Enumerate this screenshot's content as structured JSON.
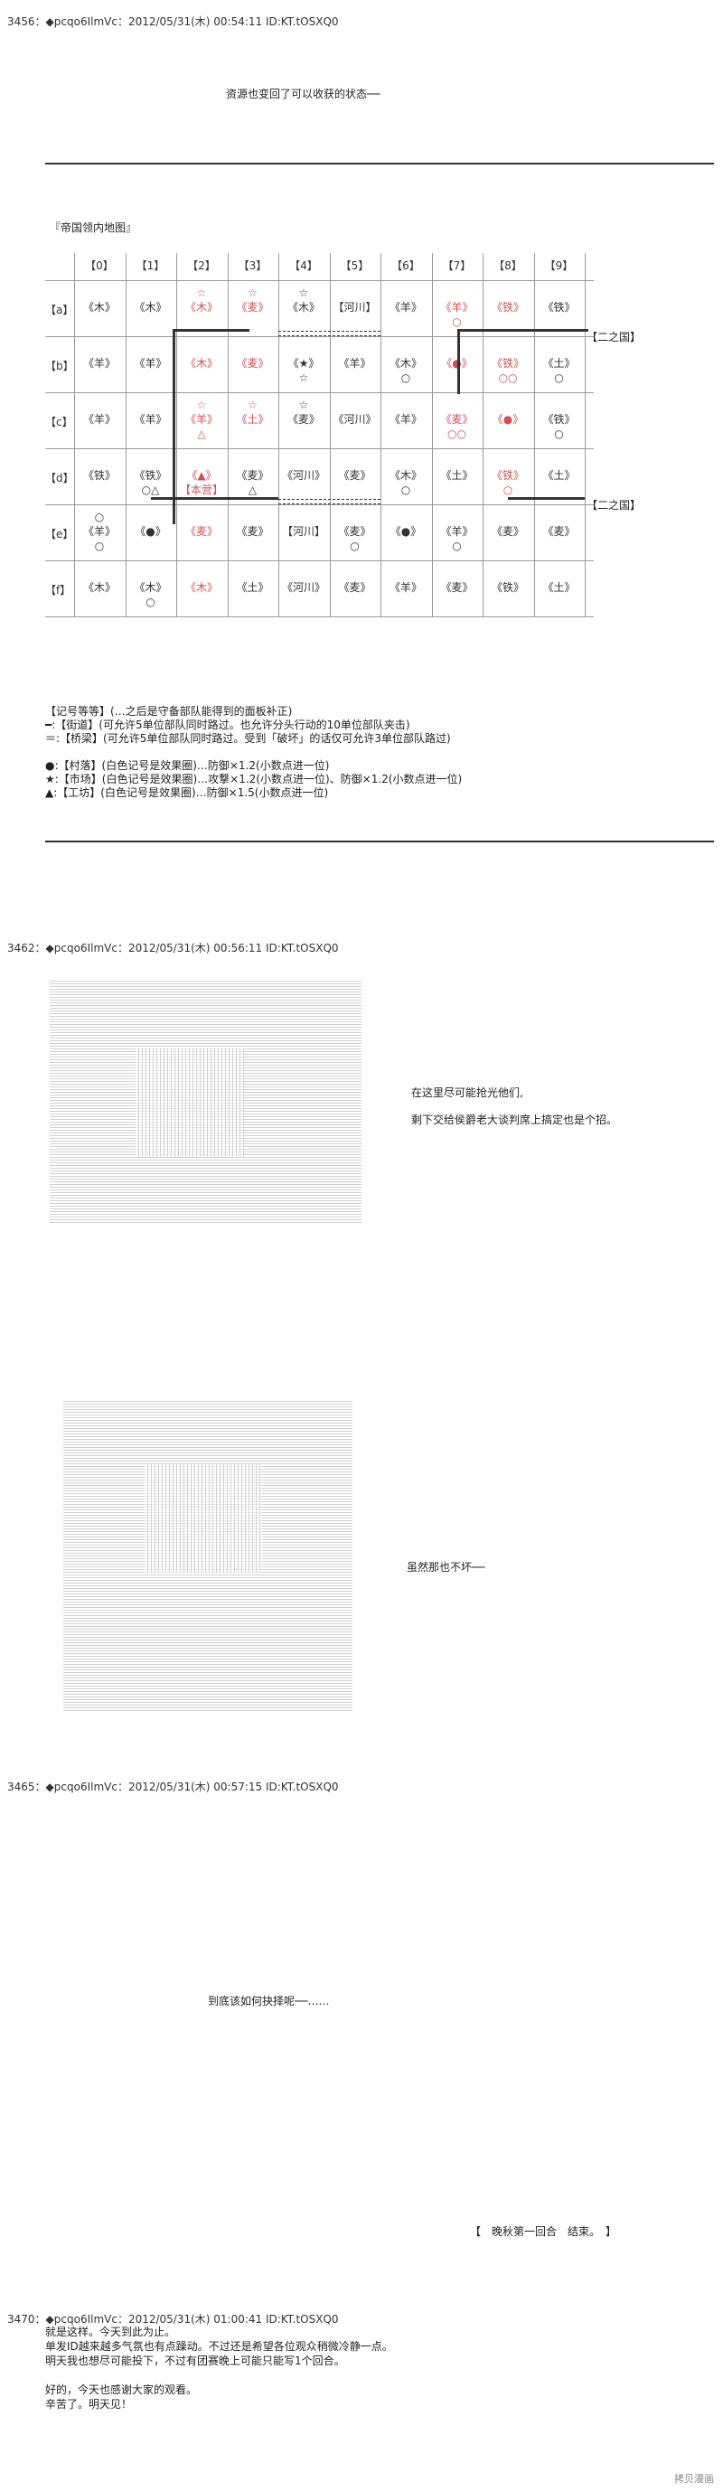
{
  "post1": {
    "header": "3456：◆pcqo6IlmVc：2012/05/31(木) 00:54:11 ID:KT.tOSXQ0",
    "line1": "资源也变回了可以收获的状态──",
    "map_title": "『帝国领内地图』",
    "columns": [
      "【0】",
      "【1】",
      "【2】",
      "【3】",
      "【4】",
      "【5】",
      "【6】",
      "【7】",
      "【8】",
      "【9】"
    ],
    "rows": [
      {
        "label": "【a】",
        "cells": [
          "《木》",
          "《木》",
          "《木》",
          "《麦》",
          "《木》",
          "【河川】",
          "《羊》",
          "《羊》",
          "《铁》",
          "《铁》"
        ],
        "marks_top": [
          "",
          "",
          "☆",
          "☆",
          "☆",
          "",
          "",
          "",
          "",
          ""
        ],
        "marks_bot": [
          "",
          "",
          "",
          "",
          "",
          "",
          "",
          "○",
          "",
          ""
        ]
      },
      {
        "label": "【b】",
        "cells": [
          "《羊》",
          "《羊》",
          "《木》",
          "《麦》",
          "《★》",
          "《羊》",
          "《木》",
          "《●》",
          "《铁》",
          "《土》"
        ],
        "marks_top": [
          "",
          "",
          "",
          "",
          "",
          "",
          "",
          "",
          "",
          ""
        ],
        "marks_bot": [
          "",
          "",
          "",
          "",
          "☆",
          "",
          "○",
          "",
          "○○",
          "○"
        ]
      },
      {
        "label": "【c】",
        "cells": [
          "《羊》",
          "《羊》",
          "《羊》",
          "《土》",
          "《麦》",
          "《河川》",
          "《羊》",
          "《麦》",
          "《●》",
          "《铁》"
        ],
        "marks_top": [
          "",
          "",
          "☆",
          "☆",
          "☆",
          "",
          "",
          "",
          "",
          ""
        ],
        "marks_bot": [
          "",
          "",
          "△",
          "",
          "",
          "",
          "",
          "○○",
          "",
          "○"
        ]
      },
      {
        "label": "【d】",
        "cells": [
          "《铁》",
          "《铁》",
          "《▲》",
          "《麦》",
          "《河川》",
          "《麦》",
          "《木》",
          "《土》",
          "《铁》",
          "《土》"
        ],
        "marks_top": [
          "",
          "",
          "",
          "",
          "",
          "",
          "",
          "",
          "",
          ""
        ],
        "marks_bot": [
          "",
          "○△",
          "【本营】",
          "△",
          "",
          "",
          "○",
          "",
          "○",
          ""
        ]
      },
      {
        "label": "【e】",
        "cells": [
          "《羊》",
          "《●》",
          "《麦》",
          "《麦》",
          "【河川】",
          "《麦》",
          "《●》",
          "《羊》",
          "《麦》",
          "《麦》"
        ],
        "marks_top": [
          "○",
          "",
          "",
          "",
          "",
          "",
          "",
          "",
          "",
          ""
        ],
        "marks_bot": [
          "○",
          "",
          "",
          "",
          "",
          "○",
          "",
          "○",
          "",
          ""
        ]
      },
      {
        "label": "【f】",
        "cells": [
          "《木》",
          "《木》",
          "《木》",
          "《土》",
          "《河川》",
          "《麦》",
          "《羊》",
          "《麦》",
          "《铁》",
          "《土》"
        ],
        "marks_top": [
          "",
          "",
          "",
          "",
          "",
          "",
          "",
          "",
          "",
          ""
        ],
        "marks_bot": [
          "",
          "○",
          "",
          "",
          "",
          "",
          "",
          "",
          "",
          ""
        ]
      }
    ],
    "side_label_a": "【二之国】",
    "side_label_e": "【二之国】",
    "legend": [
      "【记号等等】(…之后是守备部队能得到的面板补正)",
      "━:【街道】(可允许5单位部队同时路过。也允许分头行动的10单位部队夹击)",
      "＝:【桥梁】(可允许5单位部队同时路过。受到「破坏」的话仅可允许3单位部队路过)",
      "",
      "●:【村落】(白色记号是效果圈)…防御×1.2(小数点进一位)",
      "★:【市场】(白色记号是效果圈)…攻撃×1.2(小数点进一位)、防御×1.2(小数点进一位)",
      "▲:【工坊】(白色记号是效果圈)…防御×1.5(小数点进一位)"
    ]
  },
  "post2": {
    "header": "3462：◆pcqo6IlmVc：2012/05/31(木) 00:56:11 ID:KT.tOSXQ0",
    "line1": "在这里尽可能抢光他们,",
    "line2": "剩下交给侯爵老大谈判席上搞定也是个招。",
    "line3": "虽然那也不坏──"
  },
  "post3": {
    "header": "3465：◆pcqo6IlmVc：2012/05/31(木) 00:57:15 ID:KT.tOSXQ0",
    "line1": "到底该如何抉择呢──……",
    "line2": "【　晚秋第一回合　结束。　】"
  },
  "post4": {
    "header": "3470：◆pcqo6IlmVc：2012/05/31(木) 01:00:41 ID:KT.tOSXQ0",
    "lines": [
      "就是这样。今天到此为止。",
      "单发ID越来越多气氛也有点躁动。不过还是希望各位观众稍微冷静一点。",
      "明天我也想尽可能投下，不过有团赛晚上可能只能写1个回合。",
      "",
      "好的，今天也感谢大家的观看。",
      "辛苦了。明天见！"
    ]
  },
  "watermark": "拷贝漫画"
}
